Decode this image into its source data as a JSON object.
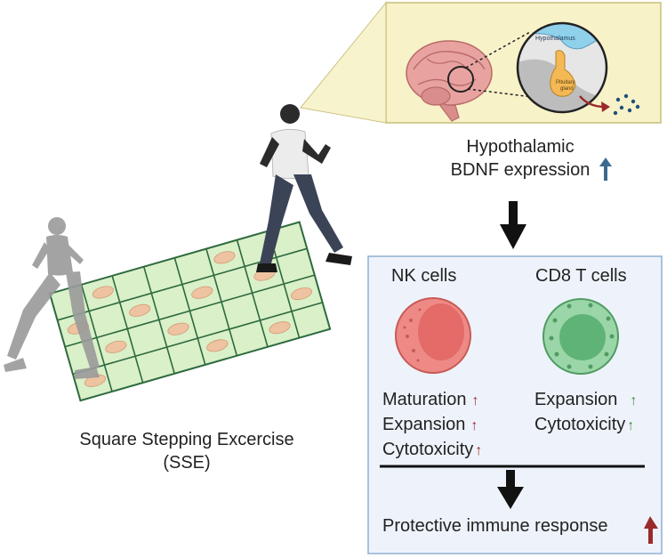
{
  "diagram": {
    "brain_panel": {
      "hypothalamus_label": "Hypothalamus",
      "pituitary_label_line1": "Pituitary",
      "pituitary_label_line2": "gland"
    },
    "hypothalamic_caption": {
      "line1": "Hypothalamic",
      "line2": "BDNF expression",
      "arrow": "↑"
    },
    "sse_caption": {
      "line1": "Square Stepping Excercise",
      "line2": "(SSE)"
    },
    "immune_panel": {
      "nk": {
        "title": "NK cells",
        "effects": [
          "Maturation",
          "Expansion",
          "Cytotoxicity"
        ],
        "arrow": "↑"
      },
      "cd8": {
        "title": "CD8 T cells",
        "effects": [
          "Expansion",
          "Cytotoxicity"
        ],
        "arrow": "↑"
      },
      "outcome": "Protective immune response",
      "outcome_arrow": "↑"
    },
    "colors": {
      "panel_bg_brain": "#f7f2c8",
      "panel_border_brain": "#c9bf7a",
      "panel_bg_immune": "#eef3fb",
      "panel_border_immune": "#8fb0d0",
      "grid_fill": "#d9f0c9",
      "grid_line": "#2e6a3e",
      "nk_cell": "#ee8a86",
      "cd8_cell": "#9bd6a8",
      "red_arrow": "#9b2a2a",
      "green_arrow": "#4a8a3a",
      "blue_arrow": "#3a6a90"
    }
  }
}
